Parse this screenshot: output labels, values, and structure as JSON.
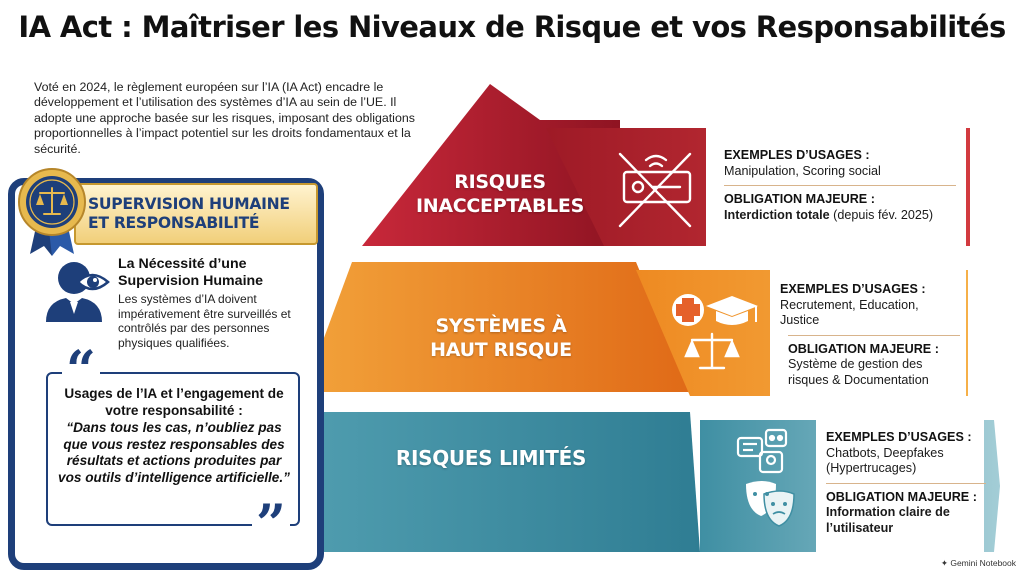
{
  "title": "IA Act : Maîtriser les Niveaux de Risque et vos Responsabilités",
  "intro": "Voté en 2024, le règlement européen sur l’IA (IA Act) encadre le développement et l’utilisation des systèmes d’IA au sein de l’UE. Il adopte une approche basée sur les risques, imposant des obligations proportionnelles à l’impact potentiel sur les droits fondamentaux et la sécurité.",
  "card": {
    "header_line1": "SUPERVISION HUMAINE",
    "header_line2": "ET RESPONSABILITÉ",
    "supervision_title": "La Nécessité d’une Supervision Humaine",
    "supervision_body": "Les systèmes d’IA doivent impérativement être surveillés et contrôlés par des personnes physiques qualifiées.",
    "quote_open": "“",
    "quote_close": "”",
    "quote_title": "Usages de l’IA et l’engagement de votre responsabilité :",
    "quote_body": "“Dans tous les cas, n’oubliez pas que vous restez responsables des résultats et actions produites par vos outils d’intelligence artificielle.”"
  },
  "tiers": [
    {
      "label_line1": "RISQUES",
      "label_line2": "INACCEPTABLES",
      "examples_heading": "EXEMPLES D’USAGES :",
      "examples": "Manipulation, Scoring social",
      "obligation_heading": "OBLIGATION MAJEURE :",
      "obligation_bold": "Interdiction totale",
      "obligation_rest": " (depuis fév. 2025)",
      "icon": "prohibited-tracking-icon"
    },
    {
      "label_line1": "SYSTÈMES À",
      "label_line2": "HAUT RISQUE",
      "examples_heading": "EXEMPLES D’USAGES :",
      "examples": "Recrutement, Education, Justice",
      "obligation_heading": "OBLIGATION MAJEURE :",
      "obligation_text": "Système de gestion des risques & Documentation",
      "icons": [
        "medical-cross-icon",
        "graduation-cap-icon",
        "justice-scale-icon"
      ]
    },
    {
      "label_line1": "RISQUES LIMITÉS",
      "examples_heading": "EXEMPLES D’USAGES :",
      "examples": "Chatbots, Deepfakes (Hypertrucages)",
      "obligation_heading": "OBLIGATION MAJEURE :",
      "obligation_text": "Information claire de l’utilisateur",
      "icons": [
        "chatbot-icon",
        "theater-masks-icon"
      ]
    }
  ],
  "colors": {
    "navy": "#1e3f7a",
    "red": "#b3202e",
    "orange": "#f08a24",
    "teal": "#3f8fa3",
    "gold": "#e2b24f"
  },
  "watermark": "Gemini Notebook"
}
